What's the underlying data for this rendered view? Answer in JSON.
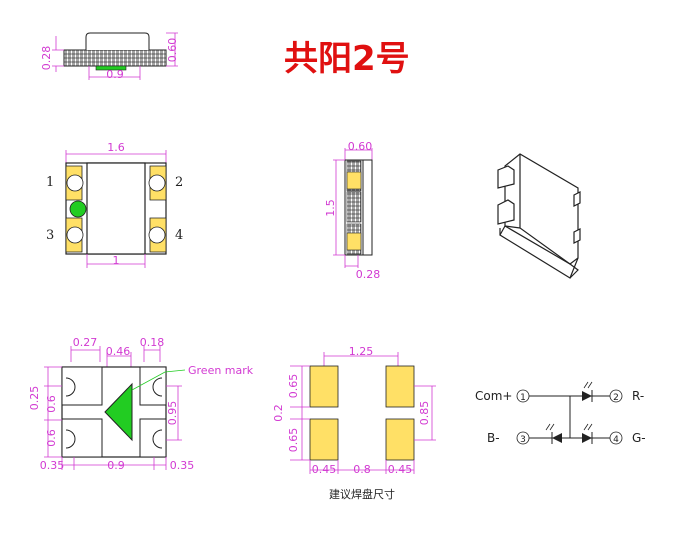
{
  "title": "共阳2号",
  "colors": {
    "title": "#e01010",
    "dimension": "#d23ad2",
    "pad_fill": "#ffe066",
    "led_green": "#22cc22",
    "outline": "#222222"
  },
  "side_view": {
    "height": "0.28",
    "total_height": "0.60",
    "width": "0.9"
  },
  "top_view": {
    "width": "1.6",
    "lens_width": "1",
    "pins": [
      "1",
      "2",
      "3",
      "4"
    ]
  },
  "end_view": {
    "width": "0.60",
    "length": "1.5",
    "lead": "0.28"
  },
  "bottom_view": {
    "dims_top": [
      "0.27",
      "0.46",
      "0.18"
    ],
    "dims_left": [
      "0.25",
      "0.6",
      "0.6"
    ],
    "dim_right": "0.95",
    "dims_bottom": [
      "0.35",
      "0.9",
      "0.35"
    ],
    "mark_label": "Green mark"
  },
  "footprint": {
    "top_width": "1.25",
    "left_dims": [
      "0.65",
      "0.2",
      "0.65"
    ],
    "right_dim": "0.85",
    "bottom_dims": [
      "0.45",
      "0.8",
      "0.45"
    ],
    "caption": "建议焊盘尺寸"
  },
  "schematic": {
    "com_label": "Com+",
    "com_pin": "1",
    "r_label": "R-",
    "r_pin": "2",
    "b_label": "B-",
    "b_pin": "3",
    "g_label": "G-",
    "g_pin": "4"
  }
}
